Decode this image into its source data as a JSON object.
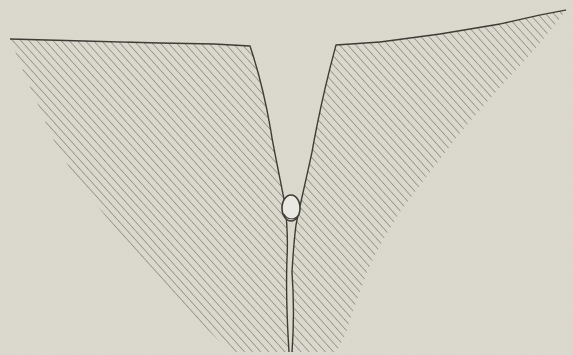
{
  "figure": {
    "paper_color": "#dedbd0",
    "ink_color": "#3a3832",
    "hatch_color": "#6f6c64",
    "pebble_color": "#eeece6",
    "elements": [
      {
        "name": "left-hatched-wall",
        "kind": "hatched rock mass"
      },
      {
        "name": "right-hatched-wall",
        "kind": "hatched rock mass"
      },
      {
        "name": "v-shaped-cleft",
        "kind": "narrowing gap between walls"
      },
      {
        "name": "wedged-pebble",
        "kind": "rounded stone lodged in the cleft"
      }
    ]
  }
}
